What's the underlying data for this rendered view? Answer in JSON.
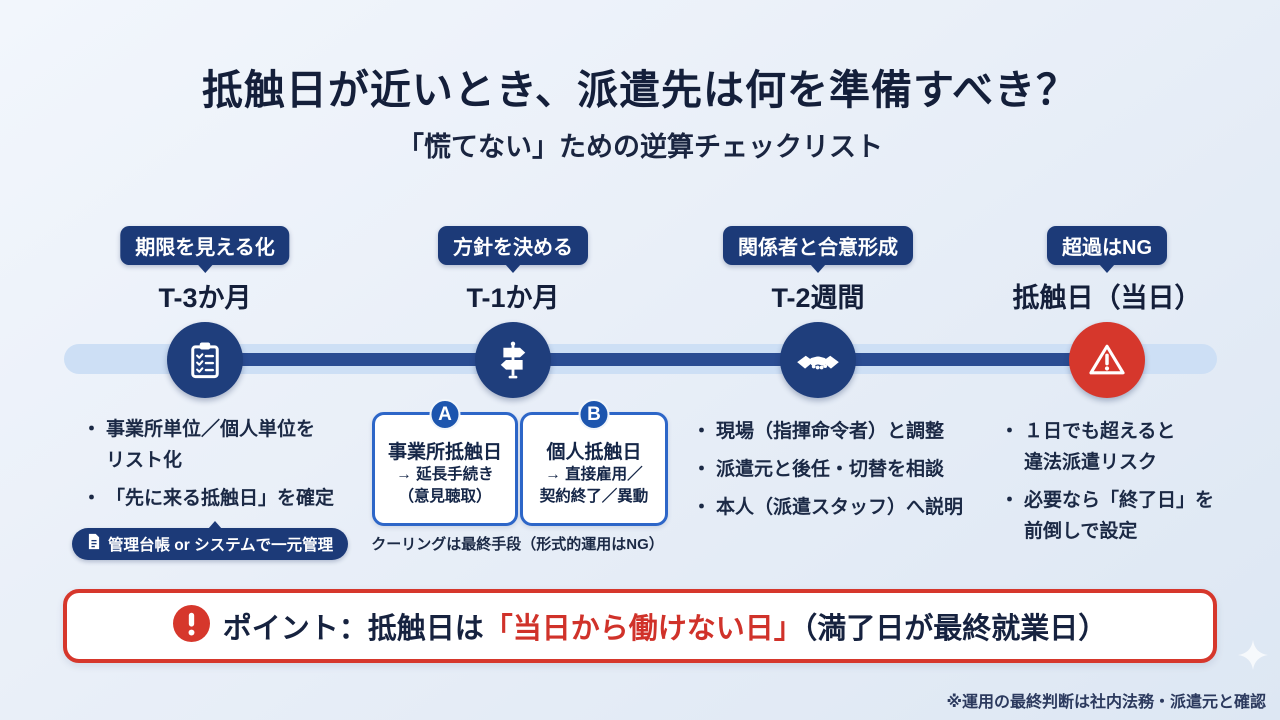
{
  "ui": {
    "bullet": "・"
  },
  "header": {
    "title": "抵触日が近いとき、派遣先は何を準備すべき？",
    "subtitle": "「慌てない」ための逆算チェックリスト"
  },
  "timeline": {
    "stages": [
      {
        "badge": "期限を見える化",
        "time": "T-3か月",
        "icon": "clipboard-icon",
        "bullets": [
          {
            "lines": [
              "事業所単位／個人単位を",
              "リスト化"
            ]
          },
          {
            "lines": [
              "「先に来る抵触日」を確定"
            ]
          }
        ],
        "note": {
          "icon": "document-icon",
          "text": "管理台帳 or システムで一元管理"
        }
      },
      {
        "badge": "方針を決める",
        "time": "T-1か月",
        "icon": "signpost-icon",
        "options": [
          {
            "label": "A",
            "title": "事業所抵触日",
            "lines": [
              "→ 延長手続き",
              "（意見聴取）"
            ]
          },
          {
            "label": "B",
            "title": "個人抵触日",
            "lines": [
              "→ 直接雇用／",
              "契約終了／異動"
            ]
          }
        ],
        "caption": "クーリングは最終手段（形式的運用はNG）"
      },
      {
        "badge": "関係者と合意形成",
        "time": "T-2週間",
        "icon": "handshake-icon",
        "bullets": [
          {
            "lines": [
              "現場（指揮命令者）と調整"
            ]
          },
          {
            "lines": [
              "派遣元と後任・切替を相談"
            ]
          },
          {
            "lines": [
              "本人（派遣スタッフ）へ説明"
            ]
          }
        ]
      },
      {
        "badge": "超過はNG",
        "time": "抵触日（当日）",
        "icon": "warning-icon",
        "bullets": [
          {
            "lines": [
              "１日でも超えると",
              "違法派遣リスク"
            ]
          },
          {
            "lines": [
              "必要なら「終了日」を",
              "前倒しで設定"
            ]
          }
        ]
      }
    ]
  },
  "point": {
    "icon": "alert-icon",
    "prefix": "ポイント：抵触日は",
    "highlight": "「当日から働けない日」",
    "suffix": "（満了日が最終就業日）"
  },
  "footnote": "※運用の最終判断は社内法務・派遣元と確認",
  "colors": {
    "navy": "#1c3a78",
    "track_light": "#cddff5",
    "track_dark": "#2a4c92",
    "accent_blue": "#2d66c8",
    "alert_red": "#d6372c",
    "highlight_red": "#d0322a",
    "text_dark": "#141f3a"
  }
}
